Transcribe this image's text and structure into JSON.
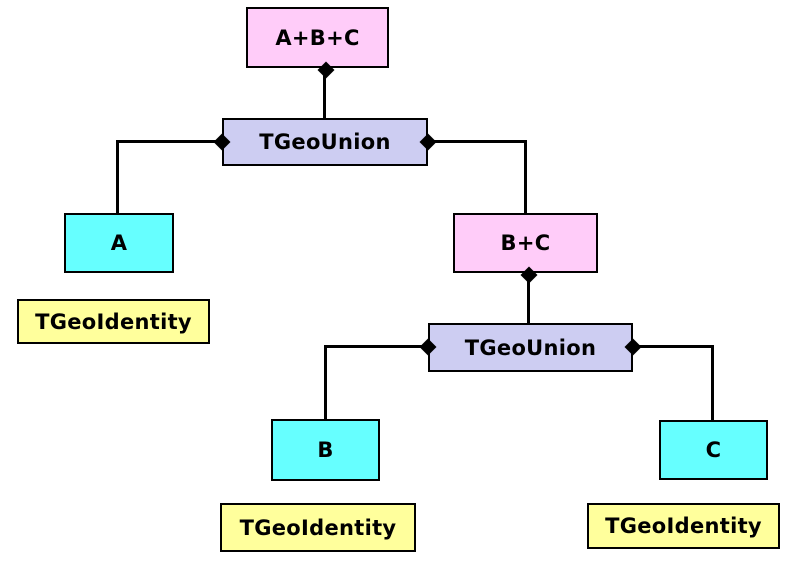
{
  "colors": {
    "pink": "#FFCCF9",
    "lavender": "#CDCDF2",
    "cyan": "#66FFFF",
    "yellow": "#FFFF9C",
    "line": "#000000",
    "background": "#FFFFFF"
  },
  "nodes": [
    {
      "id": "result-a-plus-b-plus-c",
      "label": "A+B+C",
      "fill": "pink"
    },
    {
      "id": "union-top",
      "label": "TGeoUnion",
      "fill": "lavender"
    },
    {
      "id": "shape-a",
      "label": "A",
      "fill": "cyan"
    },
    {
      "id": "identity-a",
      "label": "TGeoIdentity",
      "fill": "yellow"
    },
    {
      "id": "result-b-plus-c",
      "label": "B+C",
      "fill": "pink"
    },
    {
      "id": "union-bottom",
      "label": "TGeoUnion",
      "fill": "lavender"
    },
    {
      "id": "shape-b",
      "label": "B",
      "fill": "cyan"
    },
    {
      "id": "shape-c",
      "label": "C",
      "fill": "cyan"
    },
    {
      "id": "identity-b",
      "label": "TGeoIdentity",
      "fill": "yellow"
    },
    {
      "id": "identity-c",
      "label": "TGeoIdentity",
      "fill": "yellow"
    }
  ]
}
